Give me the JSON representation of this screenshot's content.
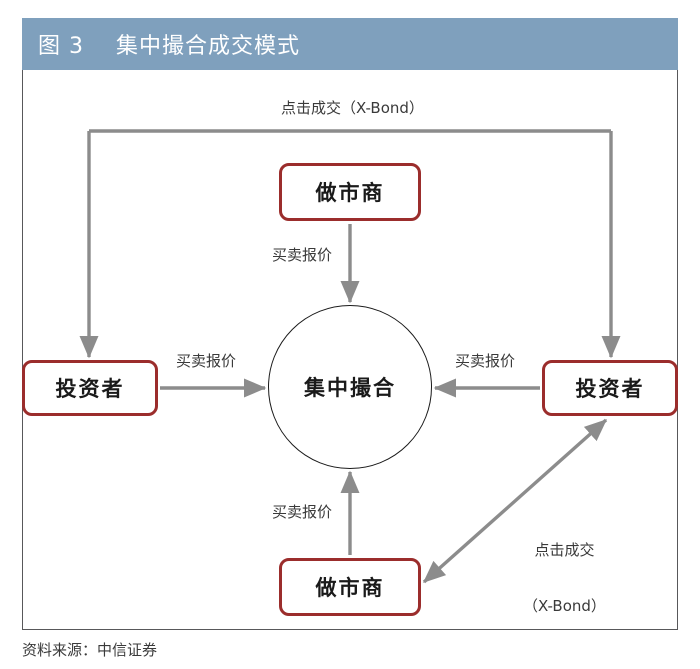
{
  "header": {
    "figure_number": "图 3",
    "title": "集中撮合成交模式",
    "full_title": "图 3    集中撮合成交模式",
    "bar_color": "#7fa0bd",
    "text_color": "#ffffff"
  },
  "diagram": {
    "frame_border_color": "#58585a",
    "node_border_color": "#9b2d2c",
    "arrow_color": "#8c8c8c",
    "circle_border_color": "#1a1a1a",
    "nodes": [
      {
        "id": "maker-top",
        "label": "做市商",
        "shape": "rounded-rect"
      },
      {
        "id": "maker-bottom",
        "label": "做市商",
        "shape": "rounded-rect"
      },
      {
        "id": "investor-left",
        "label": "投资者",
        "shape": "rounded-rect"
      },
      {
        "id": "investor-right",
        "label": "投资者",
        "shape": "rounded-rect"
      },
      {
        "id": "center-match",
        "label": "集中撮合",
        "shape": "circle"
      }
    ],
    "edge_labels": {
      "top_click": "点击成交（X-Bond）",
      "top_quote": "买卖报价",
      "bottom_quote": "买卖报价",
      "left_quote": "买卖报价",
      "right_quote": "买卖报价",
      "diagonal_click_line1": "点击成交",
      "diagonal_click_line2": "（X-Bond）"
    }
  },
  "footer": {
    "source": "资料来源：中信证券"
  }
}
